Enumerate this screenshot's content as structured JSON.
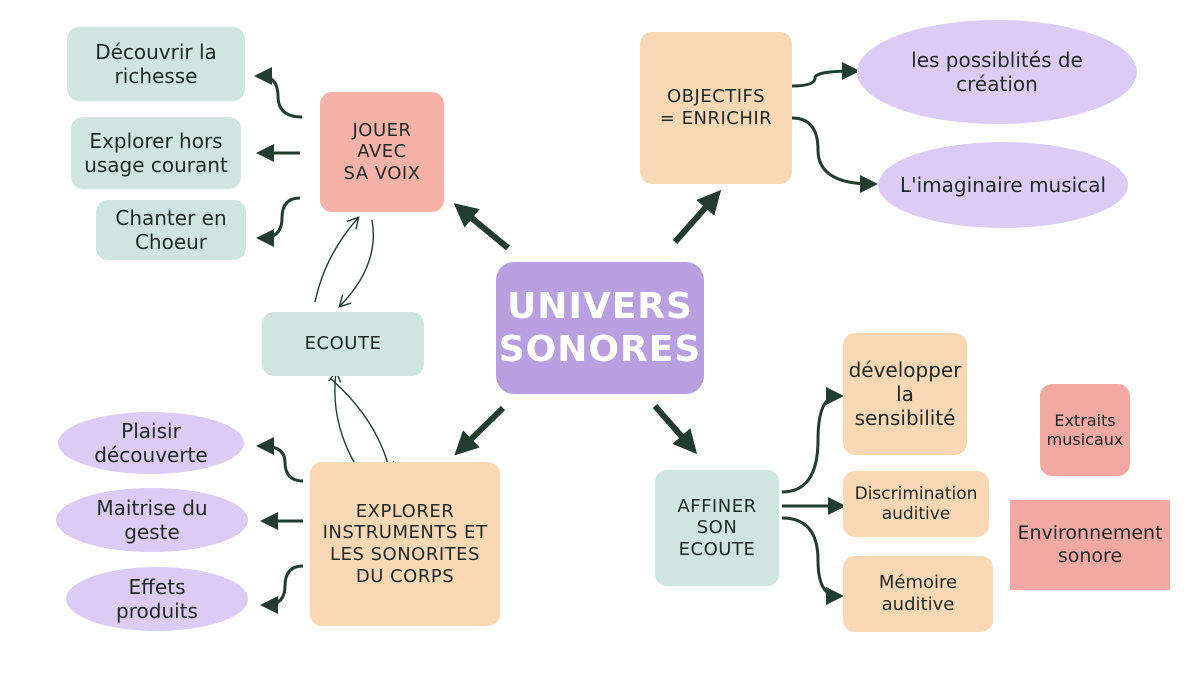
{
  "colors": {
    "green": "#cfe5df",
    "pink": "#f6b1a8",
    "peach": "#fad7b5",
    "purple": "#dccbf5",
    "violet": "#b8a0e0",
    "arrow": "#223d2f"
  },
  "center": {
    "text": "UNIVERS\nSONORES"
  },
  "voice": {
    "title": "JOUER AVEC\nSA VOIX",
    "items": [
      "Découvrir la\nrichesse",
      "Explorer hors\nusage courant",
      "Chanter en\nChoeur"
    ]
  },
  "listening": {
    "title": "ECOUTE"
  },
  "instruments": {
    "title": "EXPLORER\nINSTRUMENTS ET\nLES SONORITES\nDU CORPS",
    "items": [
      "Plaisir\ndécouverte",
      "Maitrise du\ngeste",
      "Effets\nproduits"
    ]
  },
  "objectives": {
    "title": "OBJECTIFS\n= ENRICHIR",
    "items": [
      "les possiblités de\ncréation",
      "L'imaginaire musical"
    ]
  },
  "refine": {
    "title": "AFFINER\nSON\nECOUTE",
    "items": [
      "développer\nla\nsensibilité",
      "Discrimination\nauditive",
      "Mémoire\nauditive"
    ]
  },
  "extras": [
    "Extraits\nmusicaux",
    "Environnement\nsonore"
  ]
}
